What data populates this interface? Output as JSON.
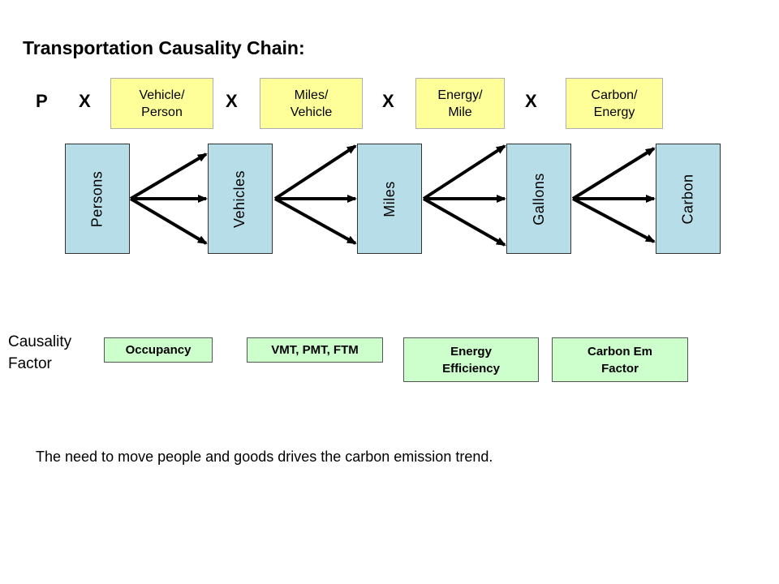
{
  "title": "Transportation Causality Chain:",
  "equation": {
    "p_symbol": "P",
    "times_symbol": "X",
    "ratios": [
      "Vehicle/\nPerson",
      "Miles/\nVehicle",
      "Energy/\nMile",
      "Carbon/\nEnergy"
    ]
  },
  "chain": {
    "quantities": [
      "Persons",
      "Vehicles",
      "Miles",
      "Gallons",
      "Carbon"
    ]
  },
  "causality": {
    "label": "Causality\nFactor",
    "factors": [
      "Occupancy",
      "VMT, PMT, FTM",
      "Energy\nEfficiency",
      "Carbon Em\nFactor"
    ]
  },
  "footnote": "The need to move people and goods drives the carbon emission trend.",
  "colors": {
    "ratio_fill": "#ffff99",
    "quantity_fill": "#b7dde8",
    "factor_fill": "#ccffcc",
    "arrow": "#000000"
  }
}
